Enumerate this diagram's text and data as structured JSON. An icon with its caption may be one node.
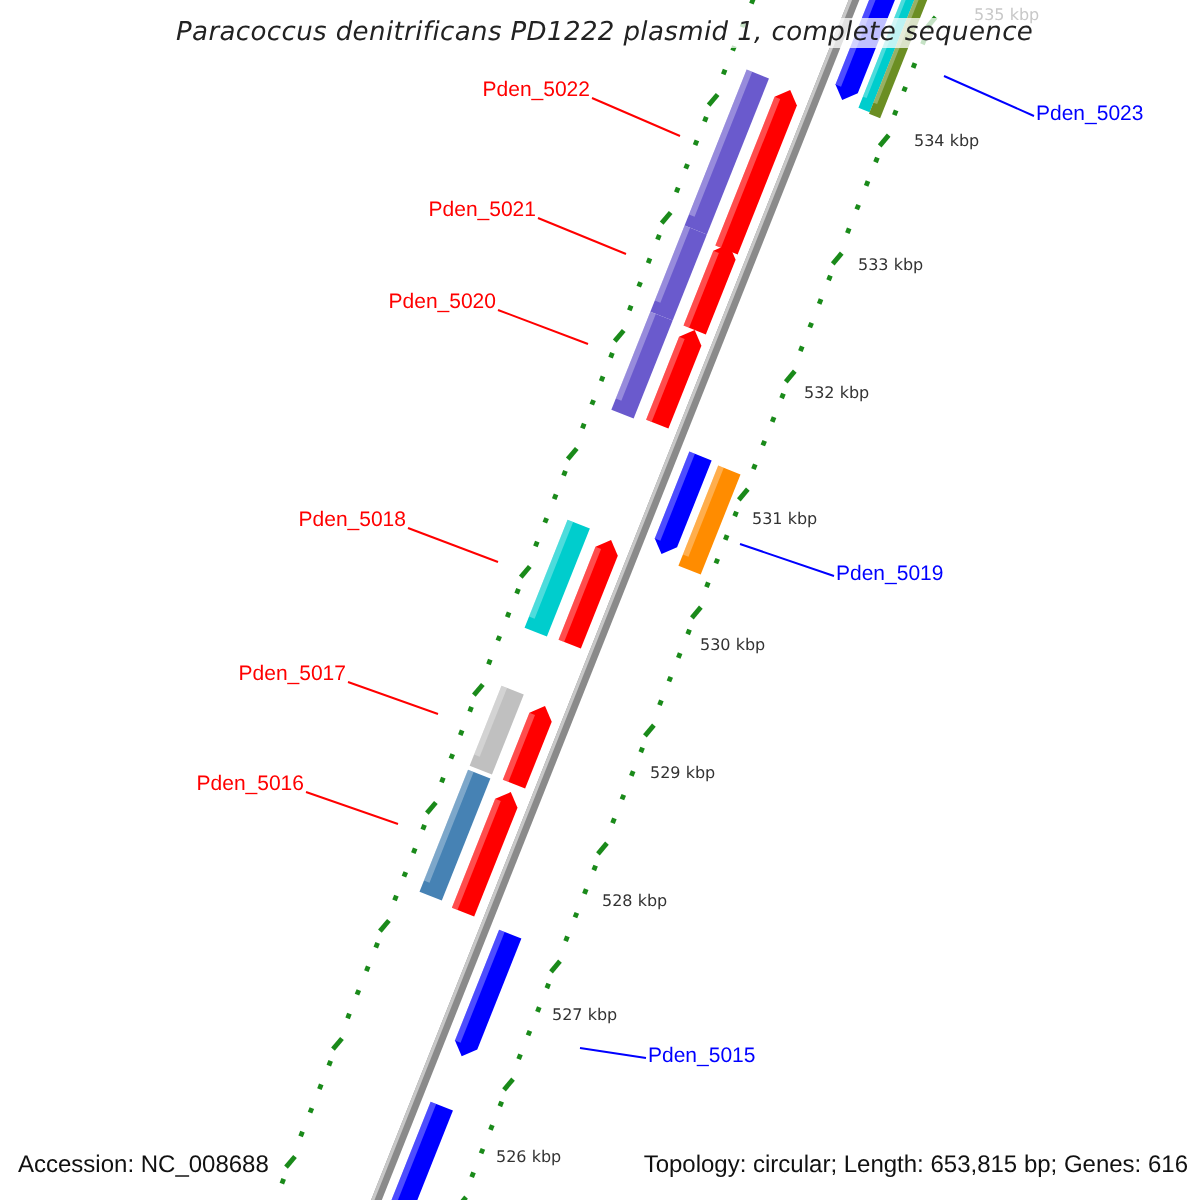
{
  "diagram": {
    "title": "Paracoccus denitrificans PD1222 plasmid 1, complete sequence",
    "nodes": [
      {
        "text": [
          "Pden_5022"
        ]
      },
      {
        "text": [
          "Pden_5021"
        ]
      },
      {
        "text": [
          "Pden_5020"
        ]
      },
      {
        "text": [
          "Pden_5018"
        ]
      },
      {
        "text": [
          "Pden_5017"
        ]
      },
      {
        "text": [
          "Pden_5016"
        ]
      },
      {
        "text": [
          "Pden_5023"
        ]
      },
      {
        "text": [
          "Pden_5019"
        ]
      },
      {
        "text": [
          "Pden_5015"
        ]
      }
    ],
    "edges": [
      {
        "from": 0,
        "to": null,
        "arrow": "none"
      },
      {
        "from": 1,
        "to": null,
        "arrow": "none"
      },
      {
        "from": 2,
        "to": null,
        "arrow": "none"
      },
      {
        "from": 3,
        "to": null,
        "arrow": "none"
      },
      {
        "from": 4,
        "to": null,
        "arrow": "none"
      },
      {
        "from": 5,
        "to": null,
        "arrow": "none"
      },
      {
        "from": 6,
        "to": null,
        "arrow": "none",
        "color": "#0000ff"
      },
      {
        "from": 7,
        "to": null,
        "arrow": "none",
        "color": "#0000ff"
      },
      {
        "from": 8,
        "to": null,
        "arrow": "none",
        "color": "#0000ff"
      }
    ],
    "labels": [
      "535 kbp",
      "534 kbp",
      "533 kbp",
      "532 kbp",
      "531 kbp",
      "530 kbp",
      "529 kbp",
      "528 kbp",
      "527 kbp",
      "526 kbp",
      "Accession: NC_008688",
      "Topology: circular; Length: 653,815 bp; Genes: 616"
    ]
  }
}
